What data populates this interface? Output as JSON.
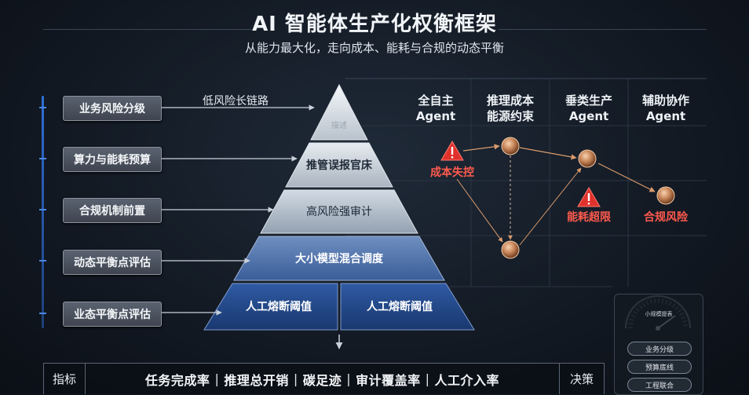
{
  "header": {
    "title": "AI 智能体生产化权衡框架",
    "subtitle": "从能力最大化，走向成本、能耗与合规的动态平衡"
  },
  "left_labels": [
    "业务风险分级",
    "算力与能耗预算",
    "合规机制前置",
    "动态平衡点评估",
    "业态平衡点评估"
  ],
  "arrow_label": "低风险长链路",
  "pyramid": {
    "top": "描述",
    "layer2": "推管误报官床",
    "layer3": "高风险强审计",
    "layer4": "大小模型混合调度",
    "base_left": "人工熔断阈值",
    "base_right": "人工熔断阈值"
  },
  "columns": [
    {
      "line1": "全自主",
      "line2": "Agent"
    },
    {
      "line1": "推理成本",
      "line2": "能源约束"
    },
    {
      "line1": "垂类生产",
      "line2": "Agent"
    },
    {
      "line1": "辅助协作",
      "line2": "Agent"
    }
  ],
  "nodes": {
    "cost_loss": "成本失控",
    "energy_over": "能耗超限",
    "compliance_risk": "合规风险"
  },
  "gauge": {
    "label": "小规模提表",
    "buttons": [
      "业务分级",
      "预算底线",
      "工程联合"
    ]
  },
  "footer": {
    "left": "指标",
    "metrics": [
      "任务完成率",
      "推理总开销",
      "碳足迹",
      "审计覆盖率",
      "人工介入率"
    ],
    "right": "决策"
  },
  "colors": {
    "accent_blue": "#2f6fd6",
    "warning_red": "#e0322c",
    "risk_text": "#ff5a4e",
    "node_copper": "#c9865a"
  }
}
